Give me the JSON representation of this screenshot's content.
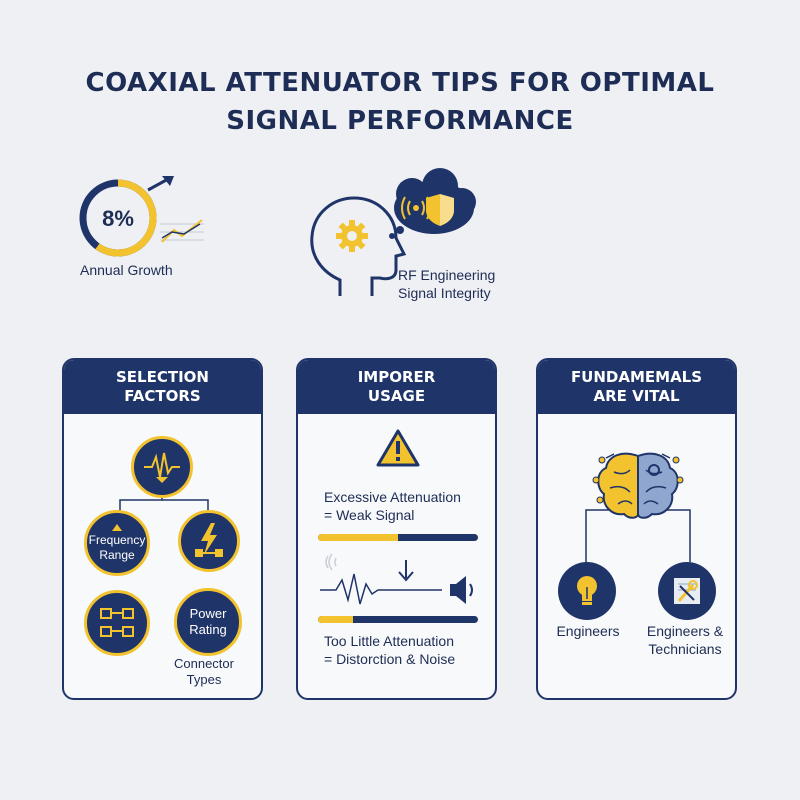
{
  "title": {
    "line1": "COAXIAL ATTENUATOR TIPS FOR OPTIMAL",
    "line2": "SIGNAL PERFORMANCE"
  },
  "growth": {
    "value": "8%",
    "label": "Annual Growth",
    "ring_fraction": 0.6
  },
  "thought": {
    "line1": "RF Engineering",
    "line2": "Signal Integrity"
  },
  "cards": {
    "selection": {
      "heading_line1": "SELECTION",
      "heading_line2": "FACTORS",
      "frequency_line1": "Frequency",
      "frequency_line2": "Range",
      "power_line1": "Power",
      "power_line2": "Rating",
      "connector_line1": "Connector",
      "connector_line2": "Types"
    },
    "improper": {
      "heading_line1": "IMPORER",
      "heading_line2": "USAGE",
      "excessive_line1": "Excessive Attenuation",
      "excessive_line2": "= Weak Signal",
      "bar1_fill": 0.5,
      "bar2_fill": 0.22,
      "little_line1": "Too Little Attenuation",
      "little_line2": "= Distorction & Noise"
    },
    "fundamentals": {
      "heading_line1": "FUNDAMEMALS",
      "heading_line2": "ARE VITAL",
      "engineers_label": "Engineers",
      "techs_line1": "Engineers &",
      "techs_line2": "Technicians"
    }
  },
  "colors": {
    "navy": "#1f3468",
    "yellow": "#f2c32e",
    "background": "#eef0f4",
    "brain_blue": "#8fa7cf"
  }
}
